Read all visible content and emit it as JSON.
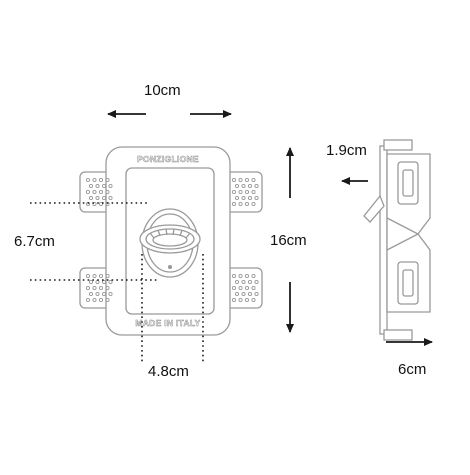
{
  "dimensions": {
    "width_label": "10cm",
    "height_label": "16cm",
    "hole_spacing_label": "6.7cm",
    "hole_width_label": "4.8cm",
    "depth_top_label": "1.9cm",
    "depth_label": "6cm"
  },
  "plate": {
    "brand_text": "PONZIGLIONE",
    "origin_text": "MADE IN ITALY"
  },
  "colors": {
    "line": "#1a1a1a",
    "outline": "#9a9a9a",
    "background": "#ffffff"
  }
}
